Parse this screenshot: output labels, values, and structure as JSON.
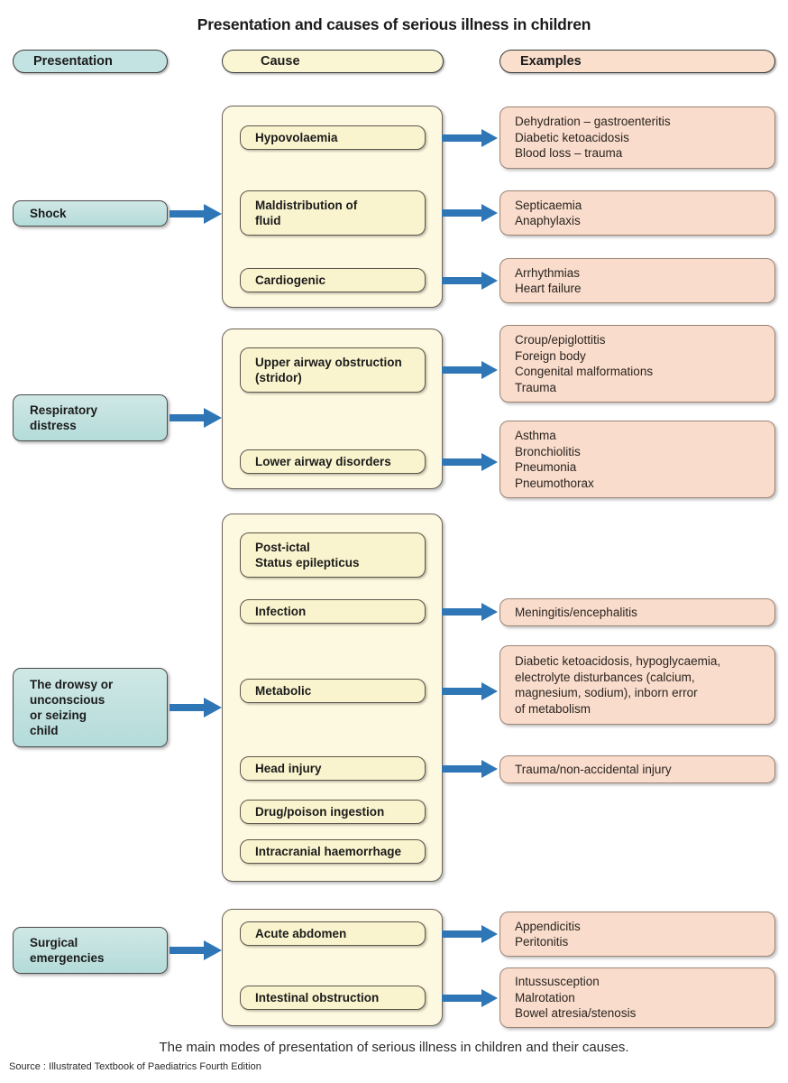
{
  "title": "Presentation and causes of serious illness in children",
  "colors": {
    "presentation_fill": "#c3e3e2",
    "cause_fill": "#faf5d2",
    "cause_container_fill": "#fdf9e0",
    "examples_fill": "#fadfcd",
    "arrow": "#2e76b6",
    "text": "#1b1b1b"
  },
  "headers": {
    "presentation": "Presentation",
    "cause": "Cause",
    "examples": "Examples"
  },
  "sections": [
    {
      "presentation": "Shock",
      "causes": [
        {
          "label": "Hypovolaemia"
        },
        {
          "label": "Maldistribution of\nfluid"
        },
        {
          "label": "Cardiogenic"
        }
      ],
      "examples": [
        {
          "lines": [
            "Dehydration – gastroenteritis",
            "Diabetic ketoacidosis",
            "Blood loss – trauma"
          ]
        },
        {
          "lines": [
            "Septicaemia",
            "Anaphylaxis"
          ]
        },
        {
          "lines": [
            "Arrhythmias",
            "Heart failure"
          ]
        }
      ]
    },
    {
      "presentation": "Respiratory\ndistress",
      "causes": [
        {
          "label": "Upper airway obstruction\n(stridor)"
        },
        {
          "label": "Lower airway disorders"
        }
      ],
      "examples": [
        {
          "lines": [
            "Croup/epiglottitis",
            "Foreign body",
            "Congenital malformations",
            "Trauma"
          ]
        },
        {
          "lines": [
            "Asthma",
            "Bronchiolitis",
            "Pneumonia",
            "Pneumothorax"
          ]
        }
      ]
    },
    {
      "presentation": "The drowsy or\nunconscious\nor seizing\nchild",
      "causes": [
        {
          "label": "Post-ictal\nStatus epilepticus"
        },
        {
          "label": "Infection"
        },
        {
          "label": "Metabolic"
        },
        {
          "label": "Head injury"
        },
        {
          "label": "Drug/poison ingestion"
        },
        {
          "label": "Intracranial haemorrhage"
        }
      ],
      "examples": [
        {
          "lines": [
            "Meningitis/encephalitis"
          ]
        },
        {
          "lines": [
            "Diabetic ketoacidosis, hypoglycaemia,",
            "electrolyte disturbances (calcium,",
            "magnesium, sodium), inborn error",
            "of metabolism"
          ]
        },
        {
          "lines": [
            "Trauma/non-accidental injury"
          ]
        }
      ]
    },
    {
      "presentation": "Surgical\nemergencies",
      "causes": [
        {
          "label": "Acute abdomen"
        },
        {
          "label": "Intestinal obstruction"
        }
      ],
      "examples": [
        {
          "lines": [
            "Appendicitis",
            "Peritonitis"
          ]
        },
        {
          "lines": [
            "Intussusception",
            "Malrotation",
            "Bowel atresia/stenosis"
          ]
        }
      ]
    }
  ],
  "caption": "The main modes of presentation of serious illness in children and their causes.",
  "source": "Source : Illustrated Textbook of Paediatrics Fourth Edition"
}
